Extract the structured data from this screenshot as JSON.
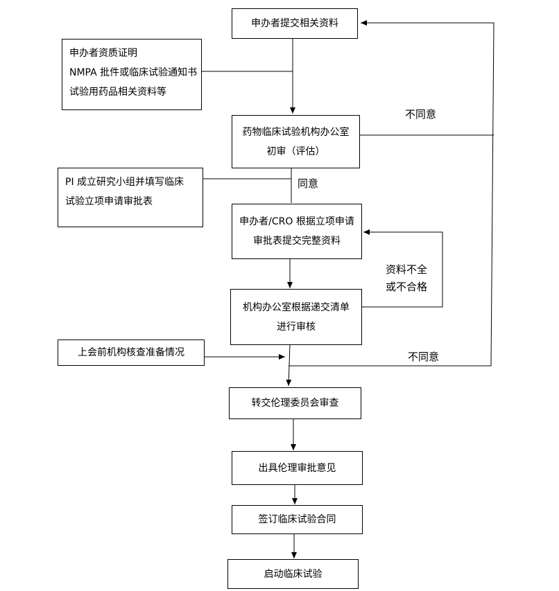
{
  "steps": {
    "submit": "申办者提交相关资料",
    "initial_review": [
      "药物临床试验机构办公室",
      "初审（评估）"
    ],
    "complete_docs": [
      "申办者/CRO 根据立项申请",
      "审批表提交完整资料"
    ],
    "office_review": [
      "机构办公室根据递交清单",
      "进行审核"
    ],
    "ethics": "转交伦理委员会审查",
    "opinion": "出具伦理审批意见",
    "contract": "签订临床试验合同",
    "start": "启动临床试验"
  },
  "side_notes": {
    "sponsor_docs": [
      "申办者资质证明",
      "NMPA 批件或临床试验通知书",
      "试验用药品相关资料等"
    ],
    "pi_form": [
      "PI 成立研究小组并填写临床",
      "试验立项申请审批表"
    ],
    "pre_meeting": "上会前机构核查准备情况"
  },
  "edge_labels": {
    "disagree_top": "不同意",
    "agree": "同意",
    "incomplete": [
      "资料不全",
      "或不合格"
    ],
    "disagree_bottom": "不同意"
  }
}
